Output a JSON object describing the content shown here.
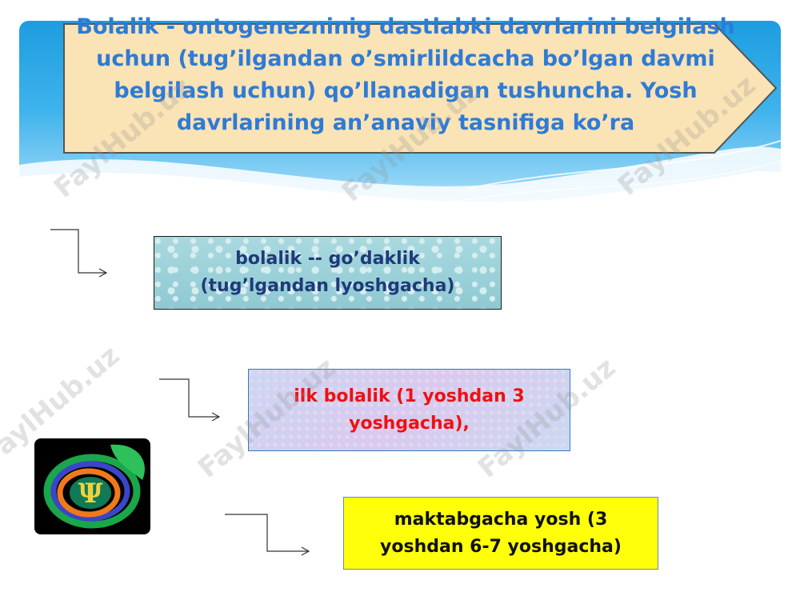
{
  "title": "Bolalik - ontogenezninig dastlabki davrlarini belgilash uchun (tug’ilgandan o’smirlildcacha bo’lgan davmi belgilash uchun) qo’llanadigan tushuncha. Yosh davrlarining an’anaviy tasnifiga ko’ra",
  "boxes": {
    "box1": "bolalik -- go’daklik (tug’lgandan lyoshgacha)",
    "box2": "ilk bolalik (1 yoshdan 3 yoshgacha),",
    "box3": "maktabgacha yosh (3 yoshdan 6-7 yoshgacha)"
  },
  "watermark": "FaylHub.uz",
  "logo_icon": "psi-icon",
  "colors": {
    "title": "#2e7bd6",
    "box1_text": "#1f3a7a",
    "box2_text": "#ee1111",
    "box3_bg": "#ffff0a"
  }
}
